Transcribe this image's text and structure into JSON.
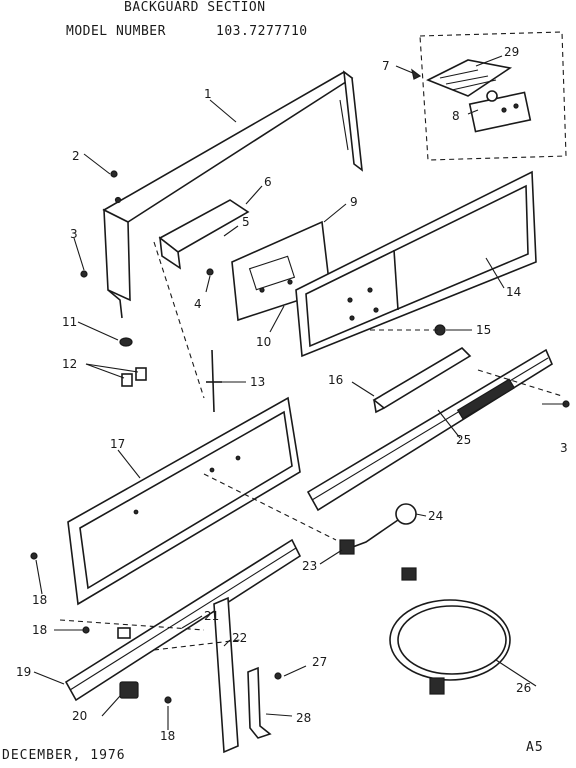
{
  "header": {
    "title": "BACKGUARD SECTION",
    "model_label": "MODEL NUMBER",
    "model_number": "103.7277710"
  },
  "footer": {
    "date": "DECEMBER, 1976",
    "page_code": "A5"
  },
  "part_labels": {
    "p1": "1",
    "p2": "2",
    "p3a": "3",
    "p3b": "3",
    "p4": "4",
    "p5": "5",
    "p6": "6",
    "p7": "7",
    "p8": "8",
    "p9": "9",
    "p10": "10",
    "p11": "11",
    "p12": "12",
    "p13": "13",
    "p14": "14",
    "p15": "15",
    "p16": "16",
    "p17": "17",
    "p18a": "18",
    "p18b": "18",
    "p18c": "18",
    "p19": "19",
    "p20": "20",
    "p21": "21",
    "p22": "22",
    "p23": "23",
    "p24": "24",
    "p25": "25",
    "p26": "26",
    "p27": "27",
    "p28": "28",
    "p29": "29"
  }
}
